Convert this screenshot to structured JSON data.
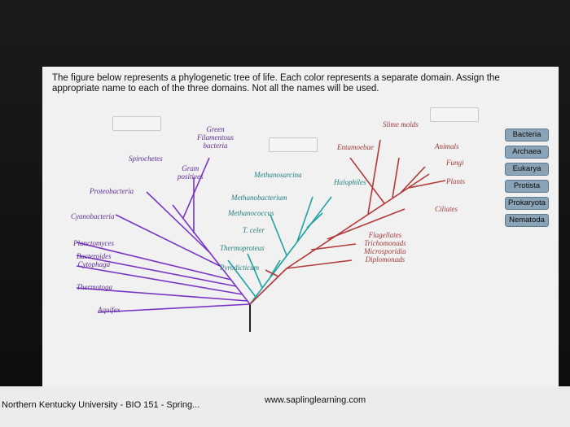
{
  "question": {
    "prompt": "The figure below represents a phylogenetic tree of life. Each color represents a separate domain. Assign the appropriate name to each of the three domains. Not all the names will be used."
  },
  "answer_bank": [
    "Bacteria",
    "Archaea",
    "Eukarya",
    "Protista",
    "Prokaryota",
    "Nematoda"
  ],
  "tree": {
    "bacteria_labels": {
      "green_filamentous": [
        "Green",
        "Filamentous",
        "bacteria"
      ],
      "spirochetes": "Spirochetes",
      "gram_positives": [
        "Gram",
        "positives"
      ],
      "proteobacteria": "Proteobacteria",
      "cyanobacteria": "Cyanobacteria",
      "planctomyces": "Planctomyces",
      "bacteroides": [
        "Bacteroides",
        "Cytophaga"
      ],
      "thermotoga": "Thermotoga",
      "aquifex": "Aquifex"
    },
    "archaea_labels": {
      "methanosarcina": "Methanosarcina",
      "halophiles": "Halophiles",
      "methanobacterium": "Methanobacterium",
      "methanococcus": "Methanococcus",
      "t_celer": "T. celer",
      "thermoproteus": "Thermoproteus",
      "pyrodicticum": "Pyrodicticum"
    },
    "eukarya_labels": {
      "slime_molds": "Slime molds",
      "entamoebae": "Entamoebae",
      "animals": "Animals",
      "fungi": "Fungi",
      "plants": "Plants",
      "ciliates": "Ciliates",
      "flagellates": "Flagellates",
      "trichomonads": "Trichomonads",
      "microsporidia": "Microsporidia",
      "diplomonads": "Diplomonads"
    },
    "colors": {
      "bacteria": "#7b35c4",
      "archaea": "#1fa3a3",
      "eukarya": "#b03a3a",
      "root": "#222222"
    }
  },
  "footer": {
    "left_text": "Northern Kentucky University - BIO 151 - Spring...",
    "right_text": "www.saplinglearning.com"
  }
}
